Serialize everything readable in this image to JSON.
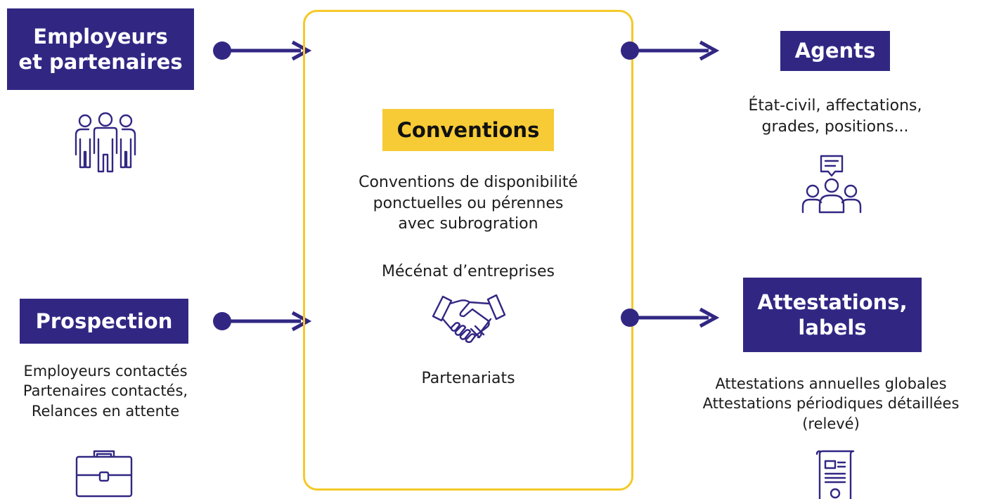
{
  "employers": {
    "title_line1": "Employeurs",
    "title_line2": "et partenaires",
    "icon": "people-group-icon"
  },
  "prospection": {
    "title": "Prospection",
    "lines": [
      "Employeurs contactés",
      "Partenaires contactés,",
      "Relances en attente"
    ],
    "icon": "briefcase-icon"
  },
  "conventions": {
    "title": "Conventions",
    "desc_lines": [
      "Conventions de disponibilité",
      "ponctuelles ou pérennes",
      "avec subrogration"
    ],
    "mecenat": "Mécénat d’entreprises",
    "partenariats": "Partenariats",
    "icon": "handshake-icon"
  },
  "agents": {
    "title": "Agents",
    "lines": [
      "État-civil, affectations,",
      "grades, positions..."
    ],
    "icon": "audience-speech-icon"
  },
  "attestations": {
    "title_line1": "Attestations,",
    "title_line2": "labels",
    "lines": [
      "Attestations annuelles globales",
      "Attestations périodiques détaillées",
      "(relevé)"
    ],
    "icon": "certificate-document-icon"
  },
  "colors": {
    "primary": "#312783",
    "accent": "#f5c928"
  }
}
